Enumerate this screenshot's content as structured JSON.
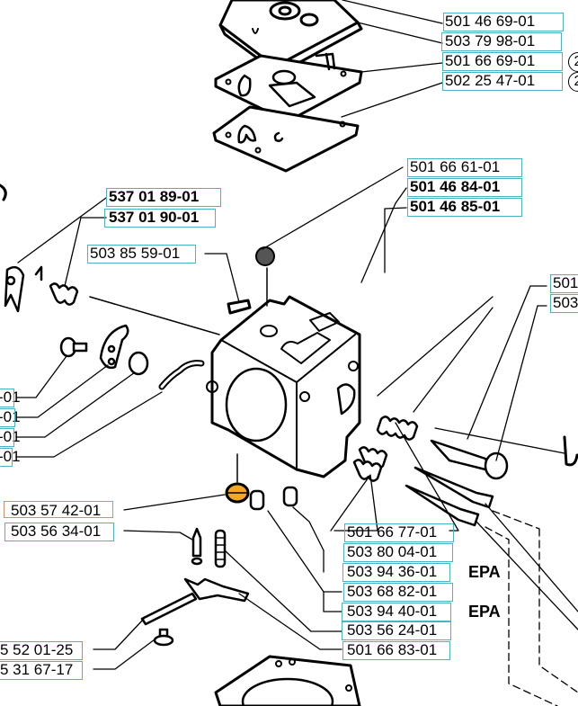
{
  "diagram": {
    "title": "Carburetor exploded parts diagram",
    "part_labels": [
      {
        "id": "p1",
        "text": "501 46 69-01",
        "bold": false,
        "selected": false
      },
      {
        "id": "p2",
        "text": "503 79 98-01",
        "bold": false,
        "selected": false
      },
      {
        "id": "p3",
        "text": "501 66 69-01",
        "bold": false,
        "selected": false,
        "note": "2"
      },
      {
        "id": "p4",
        "text": "502 25 47-01",
        "bold": false,
        "selected": false,
        "note": "2"
      },
      {
        "id": "p5",
        "text": "501 66 61-01",
        "bold": false,
        "selected": false
      },
      {
        "id": "p6",
        "text": "501 46 84-01",
        "bold": true,
        "selected": false
      },
      {
        "id": "p7",
        "text": "501 46 85-01",
        "bold": true,
        "selected": false
      },
      {
        "id": "p8",
        "text": "537 01 89-01",
        "bold": true,
        "selected": false
      },
      {
        "id": "p9",
        "text": "537 01 90-01",
        "bold": true,
        "selected": false
      },
      {
        "id": "p10",
        "text": "503 85 59-01",
        "bold": false,
        "selected": false
      },
      {
        "id": "p11",
        "text": "501",
        "bold": false,
        "selected": false
      },
      {
        "id": "p12",
        "text": "503",
        "bold": false,
        "selected": false
      },
      {
        "id": "p13",
        "text": "-01",
        "bold": false,
        "selected": false
      },
      {
        "id": "p14",
        "text": "-01",
        "bold": false,
        "selected": false
      },
      {
        "id": "p15",
        "text": "-01",
        "bold": false,
        "selected": false
      },
      {
        "id": "p16",
        "text": "-01",
        "bold": false,
        "selected": false
      },
      {
        "id": "p17",
        "text": "503 57 42-01",
        "bold": false,
        "selected": true
      },
      {
        "id": "p18",
        "text": "503 56 34-01",
        "bold": false,
        "selected": false
      },
      {
        "id": "p19",
        "text": "501 66 77-01",
        "bold": false,
        "selected": false
      },
      {
        "id": "p20",
        "text": "503 80 04-01",
        "bold": false,
        "selected": false
      },
      {
        "id": "p21",
        "text": "503 94 36-01",
        "bold": false,
        "selected": false,
        "tag": "EPA"
      },
      {
        "id": "p22",
        "text": "503 68 82-01",
        "bold": false,
        "selected": false
      },
      {
        "id": "p23",
        "text": "503 94 40-01",
        "bold": false,
        "selected": false,
        "tag": "EPA"
      },
      {
        "id": "p24",
        "text": "503 56 24-01",
        "bold": false,
        "selected": false
      },
      {
        "id": "p25",
        "text": "501 66 83-01",
        "bold": false,
        "selected": false
      },
      {
        "id": "p26",
        "text": "5 52 01-25",
        "bold": false,
        "selected": false
      },
      {
        "id": "p27",
        "text": "5 31 67-17",
        "bold": false,
        "selected": false
      }
    ],
    "colors": {
      "label_border": "#4ab3c4",
      "selected_border": "#e0896a",
      "selected_part_fill": "#f5a623"
    }
  }
}
